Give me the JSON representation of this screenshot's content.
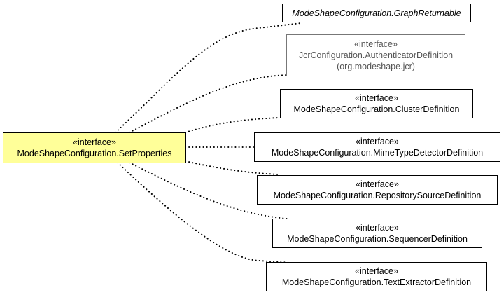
{
  "center": {
    "stereotype": "«interface»",
    "name": "ModeShapeConfiguration.SetProperties",
    "fill": "#ffff99"
  },
  "targets": [
    {
      "name": "ModeShapeConfiguration.GraphReturnable",
      "italic": true
    },
    {
      "stereotype": "«interface»",
      "name": "JcrConfiguration.AuthenticatorDefinition",
      "package": "(org.modeshape.jcr)",
      "muted": true
    },
    {
      "stereotype": "«interface»",
      "name": "ModeShapeConfiguration.ClusterDefinition"
    },
    {
      "stereotype": "«interface»",
      "name": "ModeShapeConfiguration.MimeTypeDetectorDefinition"
    },
    {
      "stereotype": "«interface»",
      "name": "ModeShapeConfiguration.RepositorySourceDefinition"
    },
    {
      "stereotype": "«interface»",
      "name": "ModeShapeConfiguration.SequencerDefinition"
    },
    {
      "stereotype": "«interface»",
      "name": "ModeShapeConfiguration.TextExtractorDefinition"
    }
  ]
}
